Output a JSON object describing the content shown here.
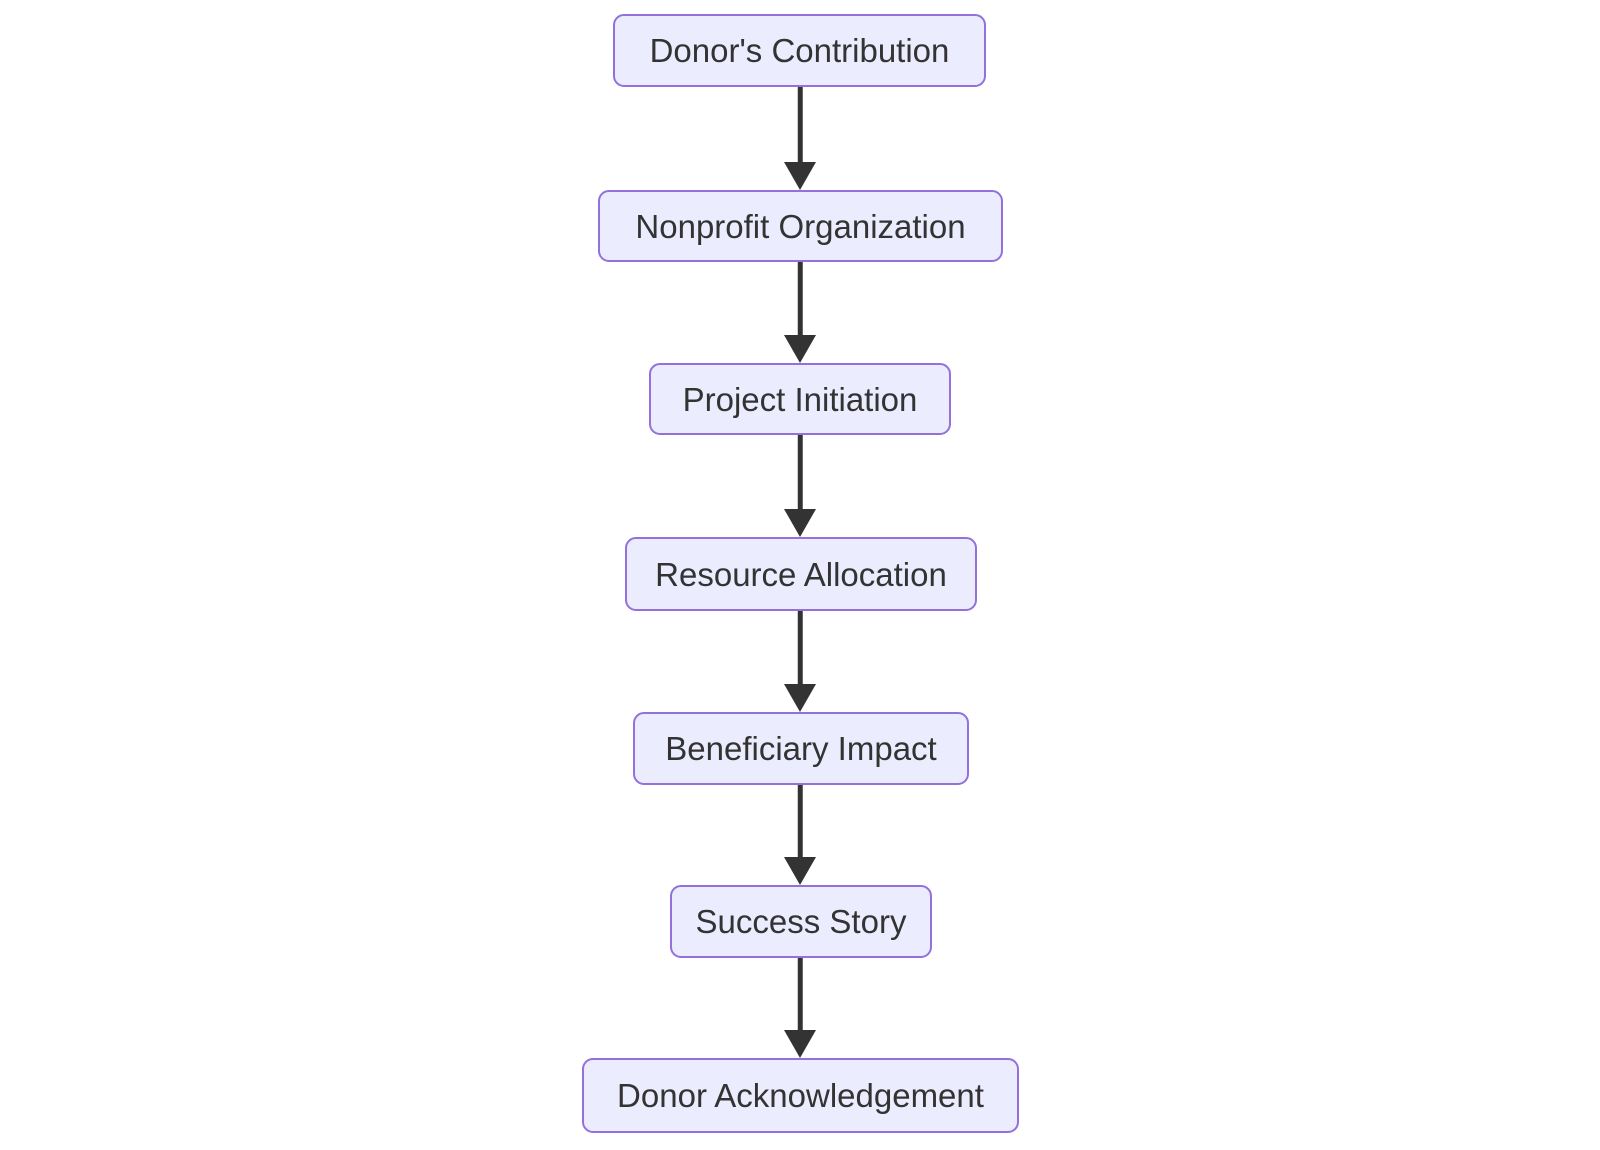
{
  "diagram": {
    "type": "flowchart",
    "direction": "top-down",
    "nodes": [
      {
        "label": "Donor's Contribution"
      },
      {
        "label": "Nonprofit Organization"
      },
      {
        "label": "Project Initiation"
      },
      {
        "label": "Resource Allocation"
      },
      {
        "label": "Beneficiary Impact"
      },
      {
        "label": "Success Story"
      },
      {
        "label": "Donor Acknowledgement"
      }
    ],
    "edges": [
      {
        "from": "Donor's Contribution",
        "to": "Nonprofit Organization"
      },
      {
        "from": "Nonprofit Organization",
        "to": "Project Initiation"
      },
      {
        "from": "Project Initiation",
        "to": "Resource Allocation"
      },
      {
        "from": "Resource Allocation",
        "to": "Beneficiary Impact"
      },
      {
        "from": "Beneficiary Impact",
        "to": "Success Story"
      },
      {
        "from": "Success Story",
        "to": "Donor Acknowledgement"
      }
    ]
  },
  "colors": {
    "node-fill": "#ECECFF",
    "node-border": "#9370DB",
    "node-text": "#333333",
    "arrow": "#333333",
    "canvas-bg": "#FFFFFF"
  }
}
